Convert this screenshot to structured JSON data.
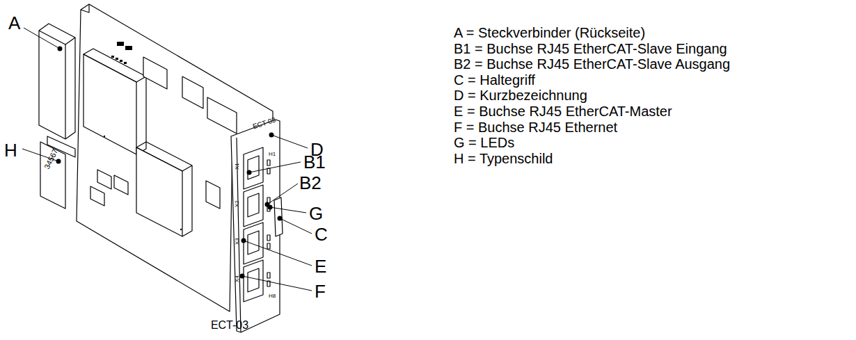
{
  "diagram": {
    "caption": "ECT-03",
    "labels": [
      "A",
      "H",
      "D",
      "B1",
      "B2",
      "G",
      "C",
      "E",
      "F",
      "ECT-03",
      "X1",
      "X2",
      "X3",
      "X4",
      "H1",
      "H8",
      "34567",
      "A = Steckverbinder (Rückseite)",
      "B1 = Buchse RJ45 EtherCAT-Slave Eingang",
      "B2 = Buchse RJ45 EtherCAT-Slave Ausgang",
      "C = Haltegriff",
      "D = Kurzbezeichnung",
      "E = Buchse RJ45 EtherCAT-Master",
      "F = Buchse RJ45 Ethernet",
      "G = LEDs",
      "H = Typenschild"
    ]
  }
}
